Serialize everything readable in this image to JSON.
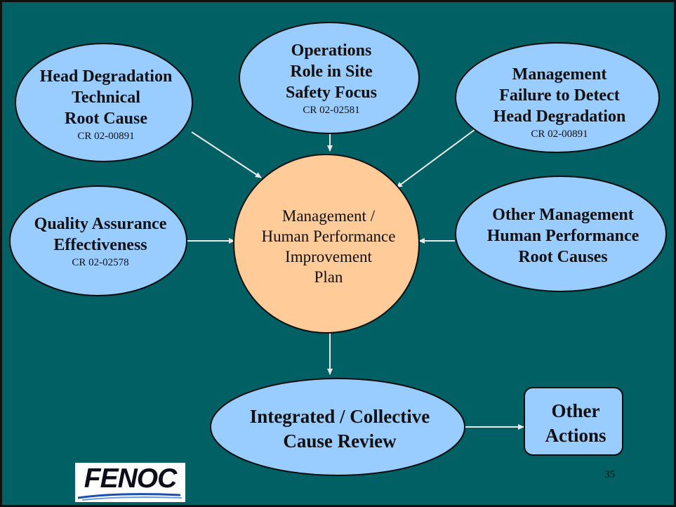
{
  "nodes": {
    "head_degradation": {
      "title": "Head Degradation\nTechnical\nRoot Cause",
      "ref": "CR 02-00891"
    },
    "operations_role": {
      "title": "Operations\nRole in Site\nSafety Focus",
      "ref": "CR 02-02581"
    },
    "management_failure": {
      "title": "Management\nFailure to Detect\nHead Degradation",
      "ref": "CR 02-00891"
    },
    "quality_assurance": {
      "title": "Quality Assurance\nEffectiveness",
      "ref": "CR 02-02578"
    },
    "other_management": {
      "title": "Other Management\nHuman Performance\nRoot Causes"
    },
    "center": {
      "title": "Management /\nHuman Performance\nImprovement\nPlan"
    },
    "integrated_review": {
      "title": "Integrated / Collective\nCause Review"
    },
    "other_actions": {
      "title": "Other\nActions"
    }
  },
  "logo": {
    "text": "FENOC"
  },
  "page_number": "35",
  "colors": {
    "background": "#006064",
    "node_fill": "#99ccff",
    "center_fill": "#ffcc99",
    "arrow": "#ebebeb",
    "outline": "#0d0d0d"
  }
}
